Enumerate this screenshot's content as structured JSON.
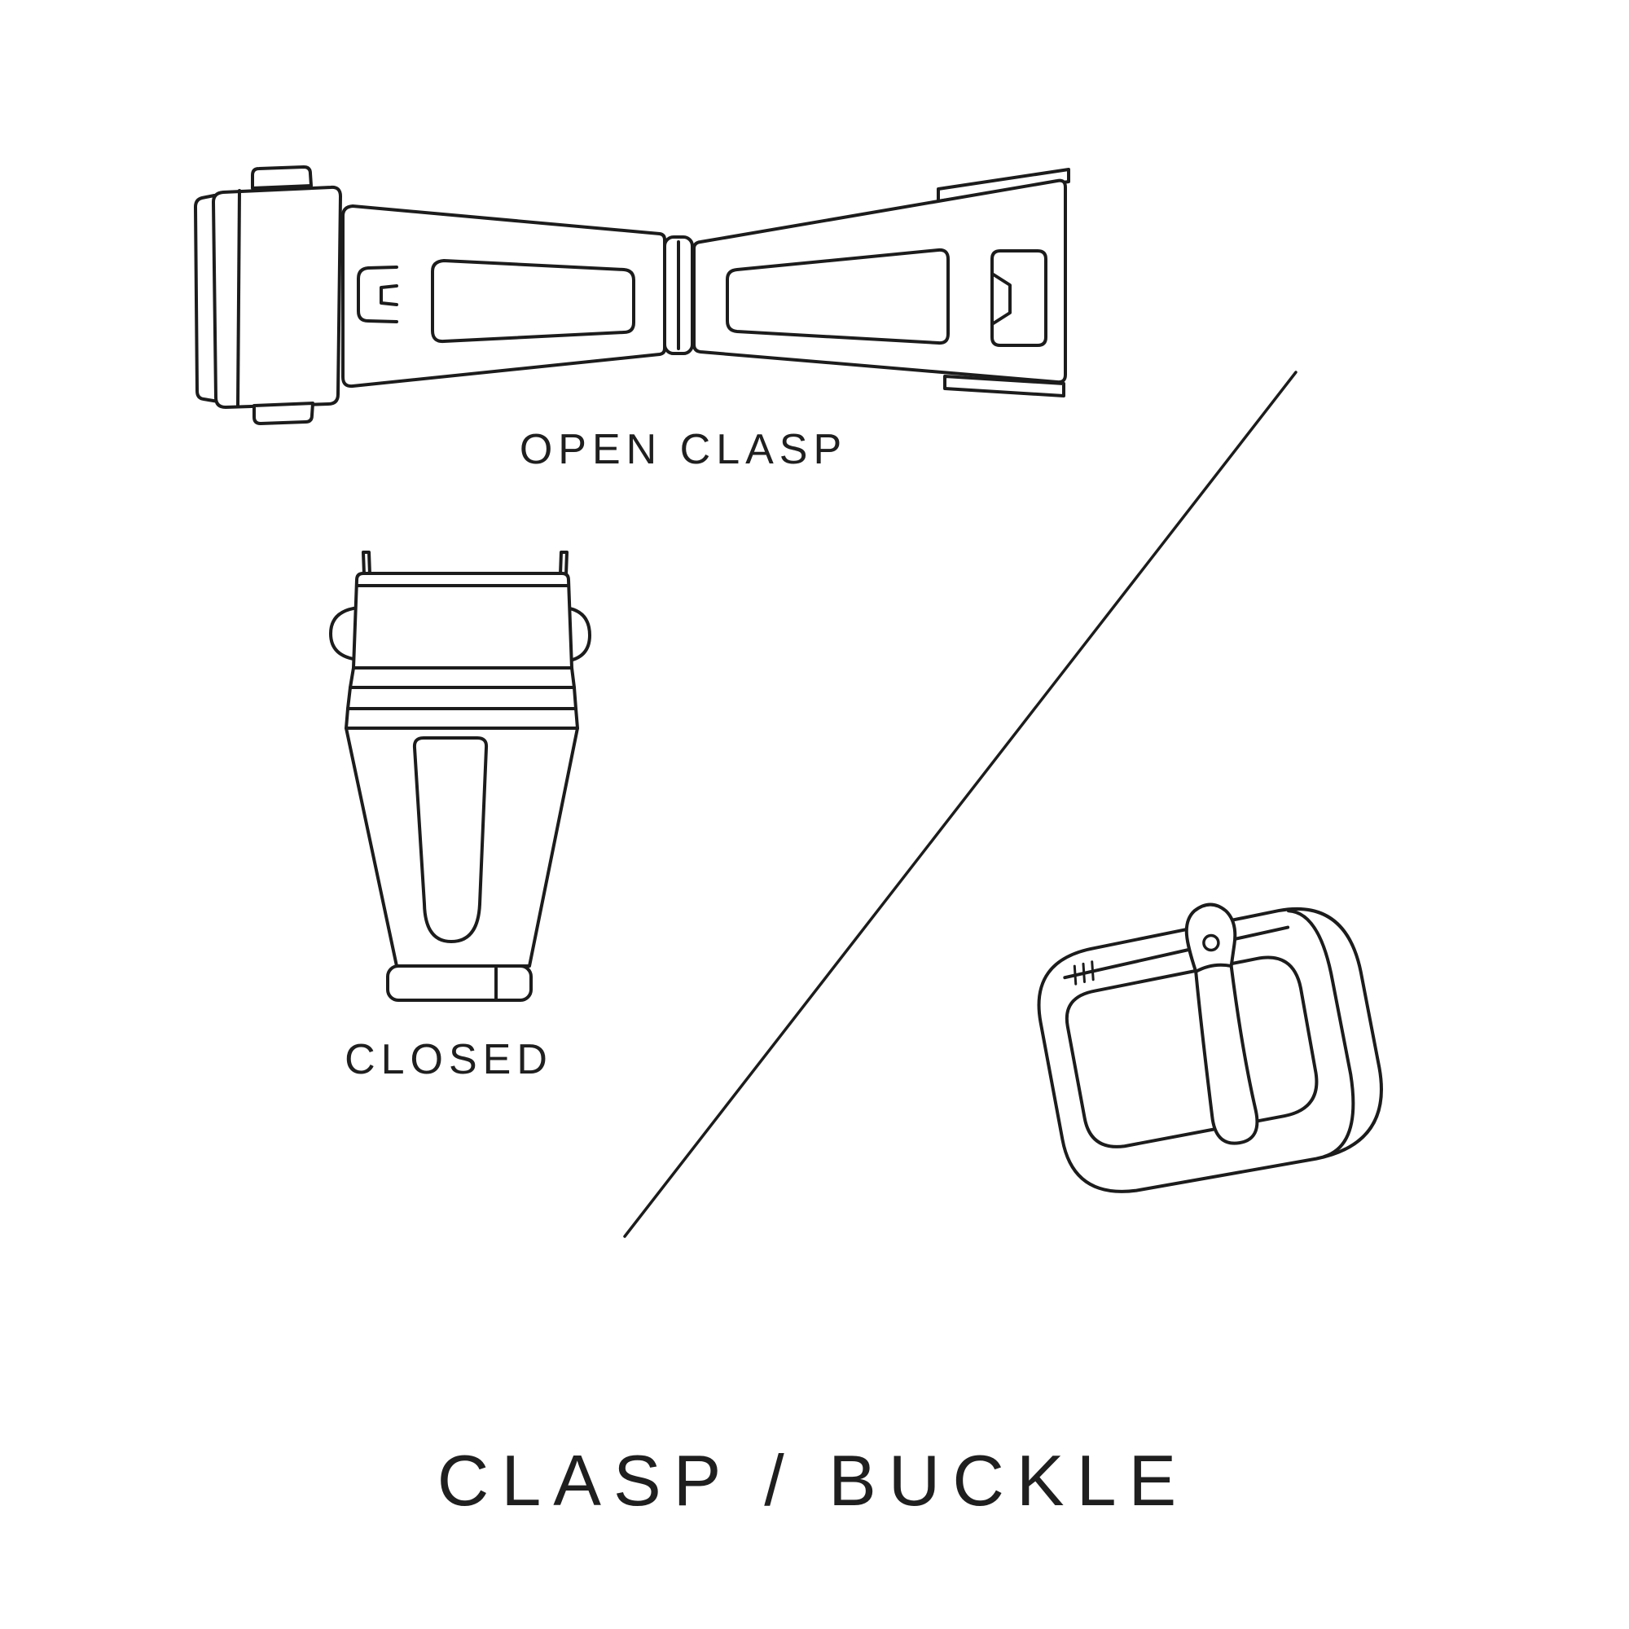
{
  "page": {
    "background": "#ffffff",
    "line_color": "#1c1c1c",
    "text_color": "#1f1f1f"
  },
  "labels": {
    "open_clasp": "OPEN CLASP",
    "closed": "CLOSED",
    "title": "CLASP / BUCKLE"
  },
  "illustrations": [
    {
      "name": "open-clasp-illustration",
      "meaning": "deployant clasp shown open"
    },
    {
      "name": "closed-clasp-illustration",
      "meaning": "deployant clasp shown closed"
    },
    {
      "name": "tang-buckle-illustration",
      "meaning": "pin buckle with tang"
    }
  ],
  "divider": {
    "type": "diagonal-line"
  }
}
